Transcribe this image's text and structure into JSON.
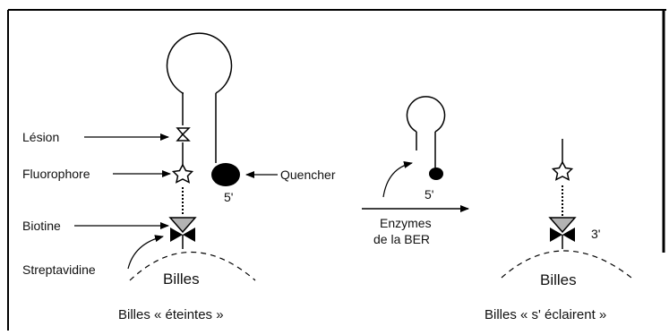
{
  "diagram": {
    "left_panel": {
      "labels": {
        "lesion": "Lésion",
        "fluorophore": "Fluorophore",
        "biotine": "Biotine",
        "streptavidine": "Streptavidine",
        "quencher": "Quencher",
        "five_prime": "5'",
        "beads": "Billes"
      },
      "caption": "Billes « éteintes »"
    },
    "middle": {
      "five_prime": "5'",
      "arrow_label_line1": "Enzymes",
      "arrow_label_line2": "de la BER"
    },
    "right_panel": {
      "three_prime": "3'",
      "beads": "Billes",
      "caption": "Billes « s' éclairent »"
    }
  },
  "colors": {
    "line": "#000000",
    "biotin_fill": "#b3b3b3",
    "star_fill": "#ffffff",
    "quencher_fill": "#000000",
    "bead_dash": "#000000"
  }
}
